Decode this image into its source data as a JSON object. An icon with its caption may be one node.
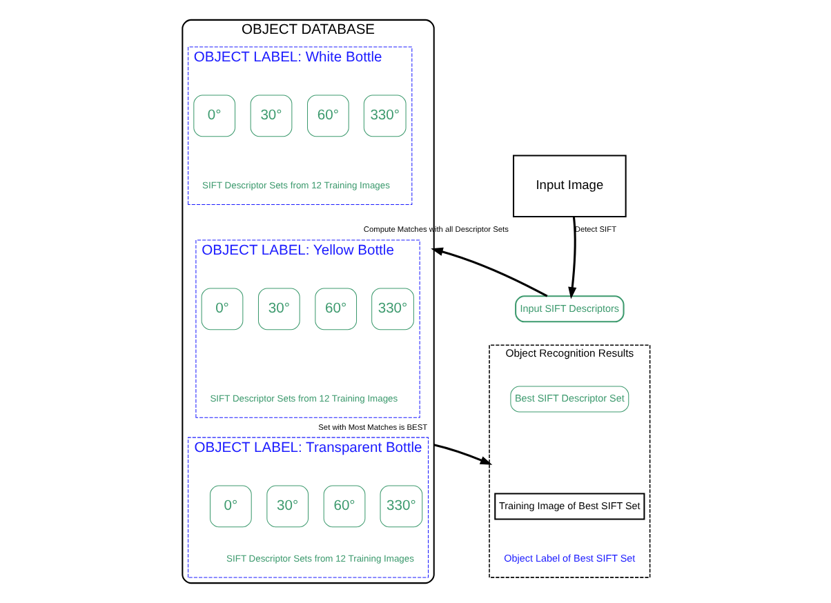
{
  "diagram": {
    "nodes": [
      {
        "text": [
          "OBJECT DATABASE"
        ]
      },
      {
        "text": [
          "OBJECT LABEL: White Bottle",
          "SIFT Descriptor Sets from 12 Training Images"
        ],
        "in": 0
      },
      {
        "text": [
          "0°"
        ],
        "in": 1
      },
      {
        "text": [
          "30°"
        ],
        "in": 1
      },
      {
        "text": [
          "60°"
        ],
        "in": 1
      },
      {
        "text": [
          "330°"
        ],
        "in": 1
      },
      {
        "text": [
          "OBJECT LABEL: Yellow Bottle",
          "SIFT Descriptor Sets from 12 Training Images"
        ],
        "in": 0
      },
      {
        "text": [
          "0°"
        ],
        "in": 6
      },
      {
        "text": [
          "30°"
        ],
        "in": 6
      },
      {
        "text": [
          "60°"
        ],
        "in": 6
      },
      {
        "text": [
          "330°"
        ],
        "in": 6
      },
      {
        "text": [
          "OBJECT LABEL: Transparent Bottle",
          "SIFT Descriptor Sets from 12 Training Images"
        ],
        "in": 0
      },
      {
        "text": [
          "0°"
        ],
        "in": 11
      },
      {
        "text": [
          "30°"
        ],
        "in": 11
      },
      {
        "text": [
          "60°"
        ],
        "in": 11
      },
      {
        "text": [
          "330°"
        ],
        "in": 11
      },
      {
        "text": [
          "Input Image"
        ]
      },
      {
        "text": [
          "Input SIFT Descriptors"
        ]
      },
      {
        "text": [
          "Object Recognition Results"
        ]
      },
      {
        "text": [
          "Best SIFT Descriptor Set"
        ],
        "in": 18
      },
      {
        "text": [
          "Training Image of Best SIFT Set"
        ],
        "in": 18
      },
      {
        "text": [
          "Object Label of Best SIFT Set"
        ],
        "in": 18
      }
    ],
    "edges": [
      {
        "from": 16,
        "to": 17,
        "arrow": "to",
        "label": "Detect SIFT"
      },
      {
        "from": 17,
        "to": 0,
        "arrow": "to",
        "label": "Compute Matches with all Descriptor Sets"
      },
      {
        "from": 0,
        "to": 18,
        "arrow": "to",
        "label": "Set with Most Matches is BEST"
      }
    ]
  }
}
